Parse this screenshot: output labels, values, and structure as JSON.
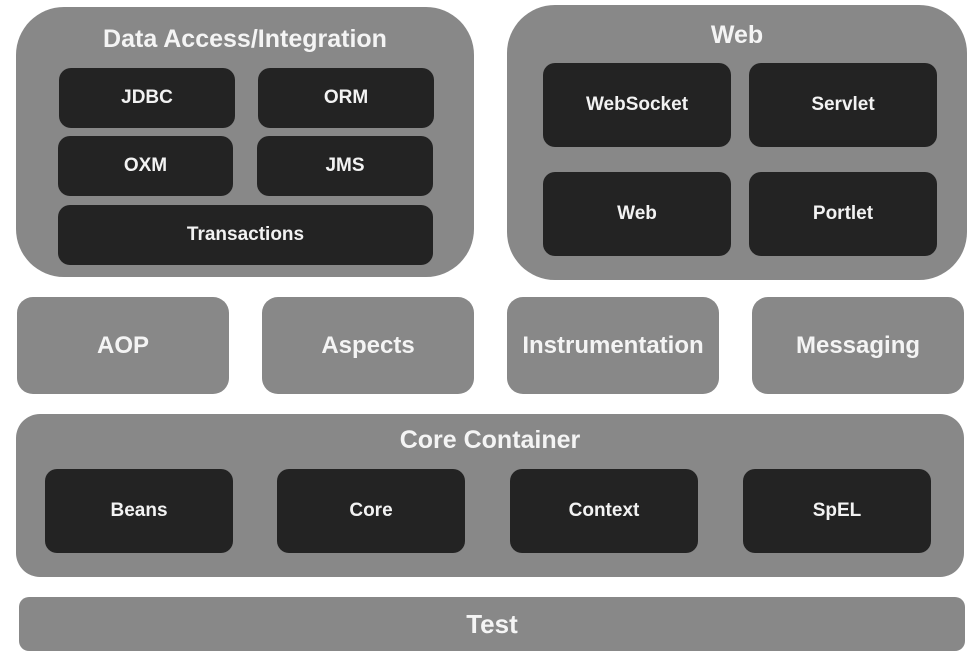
{
  "diagram": {
    "colors": {
      "background": "#ffffff",
      "group_fill": "#888888",
      "module_fill": "#232323",
      "text": "#f4f4f4"
    },
    "data_access": {
      "title": "Data Access/Integration",
      "modules": [
        "JDBC",
        "ORM",
        "OXM",
        "JMS",
        "Transactions"
      ]
    },
    "web": {
      "title": "Web",
      "modules": [
        "WebSocket",
        "Servlet",
        "Web",
        "Portlet"
      ]
    },
    "middle": [
      "AOP",
      "Aspects",
      "Instrumentation",
      "Messaging"
    ],
    "core_container": {
      "title": "Core Container",
      "modules": [
        "Beans",
        "Core",
        "Context",
        "SpEL"
      ]
    },
    "test": "Test"
  }
}
